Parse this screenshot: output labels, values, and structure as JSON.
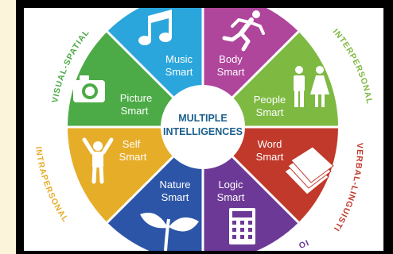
{
  "center": {
    "line1": "MULTIPLE",
    "line2": "INTELLIGENCES"
  },
  "segments": {
    "music": {
      "line1": "Music",
      "line2": "Smart",
      "icon": "music-note-icon",
      "color": "#2aa6dc"
    },
    "body": {
      "line1": "Body",
      "line2": "Smart",
      "icon": "running-person-icon",
      "color": "#b0459c"
    },
    "people": {
      "line1": "People",
      "line2": "Smart",
      "icon": "people-icon",
      "color": "#7eb942"
    },
    "word": {
      "line1": "Word",
      "line2": "Smart",
      "icon": "book-icon",
      "color": "#c0392b"
    },
    "logic": {
      "line1": "Logic",
      "line2": "Smart",
      "icon": "calculator-icon",
      "color": "#6c3a96"
    },
    "nature": {
      "line1": "Nature",
      "line2": "Smart",
      "icon": "sprout-icon",
      "color": "#2c55a8"
    },
    "self": {
      "line1": "Self",
      "line2": "Smart",
      "icon": "raised-arms-person-icon",
      "color": "#e6ad29"
    },
    "picture": {
      "line1": "Picture",
      "line2": "Smart",
      "icon": "camera-icon",
      "color": "#4cab46"
    }
  },
  "ring_labels": {
    "visual_spatial": "VISUAL-SPATIAL",
    "interpersonal": "INTERPERSONAL",
    "intrapersonal": "INTRAPERSONAL",
    "verbal_linguistic": "VERBAL-LINGUISTIC",
    "logical_fragment": "IO"
  },
  "colors": {
    "visual_spatial": "#4cab46",
    "interpersonal": "#7eb942",
    "intrapersonal": "#e6ad29",
    "verbal_linguistic": "#c0392b",
    "logical": "#6c3a96"
  }
}
